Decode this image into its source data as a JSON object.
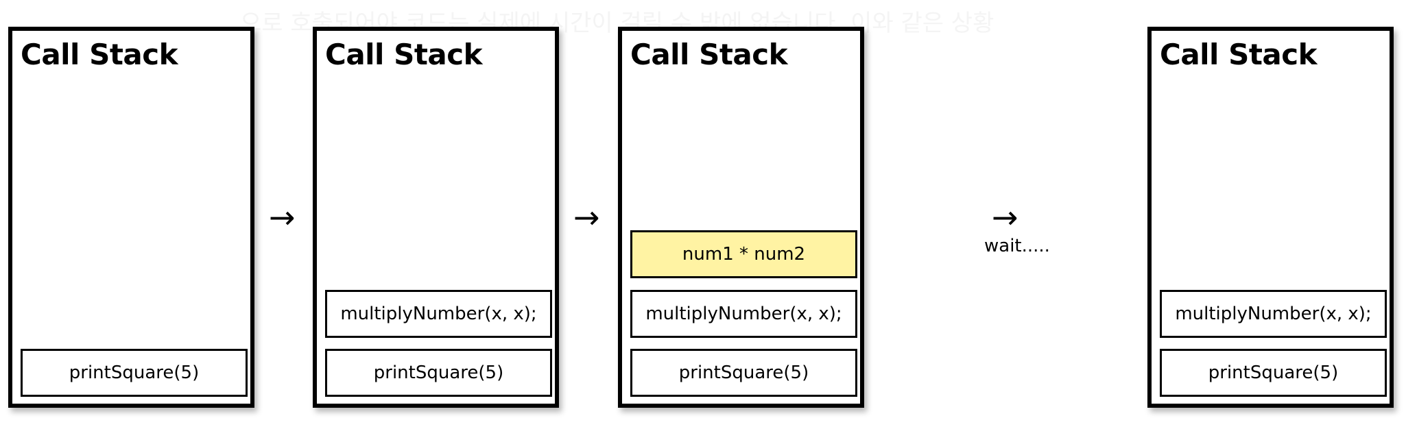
{
  "faint_caption": "으로 호출되어야 코드는 실제에 시간이 걸릴 수 밖에 없습니다. 이와 같은 상황",
  "stacks": [
    {
      "title": "Call Stack",
      "frames": [
        "printSquare(5)"
      ]
    },
    {
      "title": "Call Stack",
      "frames": [
        "multiplyNumber(x, x);",
        "printSquare(5)"
      ]
    },
    {
      "title": "Call Stack",
      "frames": [
        "num1 * num2",
        "multiplyNumber(x, x);",
        "printSquare(5)"
      ]
    },
    {
      "title": "Call Stack",
      "frames": [
        "multiplyNumber(x, x);",
        "printSquare(5)"
      ]
    }
  ],
  "arrows": [
    "→",
    "→",
    "→"
  ],
  "wait_label": "wait.....",
  "colors": {
    "highlight_frame": "#fff3a3",
    "border": "#000000"
  }
}
